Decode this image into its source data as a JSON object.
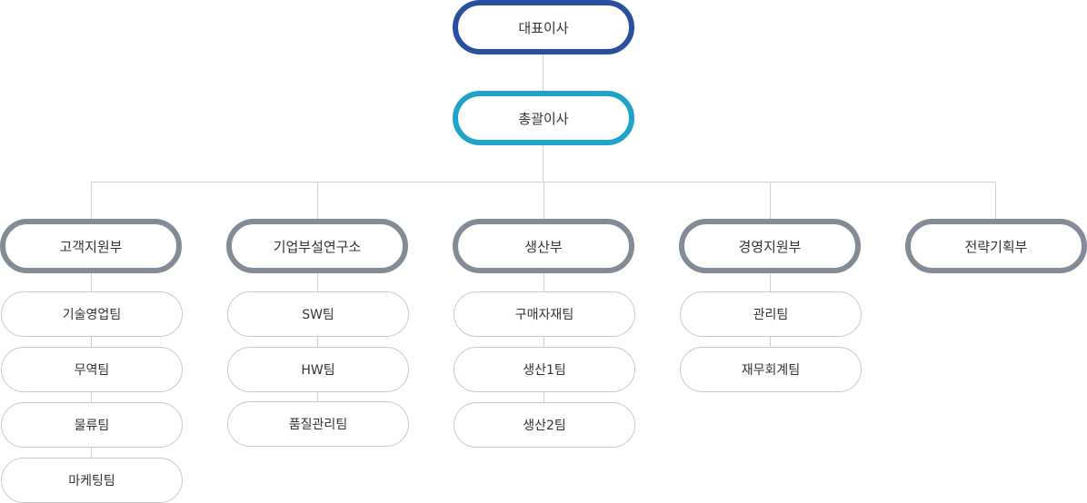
{
  "ceo": {
    "label": "대표이사"
  },
  "general_manager": {
    "label": "총괄이사"
  },
  "departments": [
    {
      "label": "고객지원부",
      "teams": [
        "기술영업팀",
        "무역팀",
        "물류팀",
        "마케팅팀"
      ]
    },
    {
      "label": "기업부설연구소",
      "teams": [
        "SW팀",
        "HW팀",
        "품질관리팀"
      ]
    },
    {
      "label": "생산부",
      "teams": [
        "구매자재팀",
        "생산1팀",
        "생산2팀"
      ]
    },
    {
      "label": "경영지원부",
      "teams": [
        "관리팀",
        "재무회계팀"
      ]
    },
    {
      "label": "전략기획부",
      "teams": []
    }
  ],
  "colors": {
    "ceo_border": "#2a4f9e",
    "general_manager_border": "#1fa3c8",
    "department_border": "#838b97",
    "team_border": "#c8c8c8",
    "connector": "#cfcfcf",
    "text": "#333333"
  }
}
